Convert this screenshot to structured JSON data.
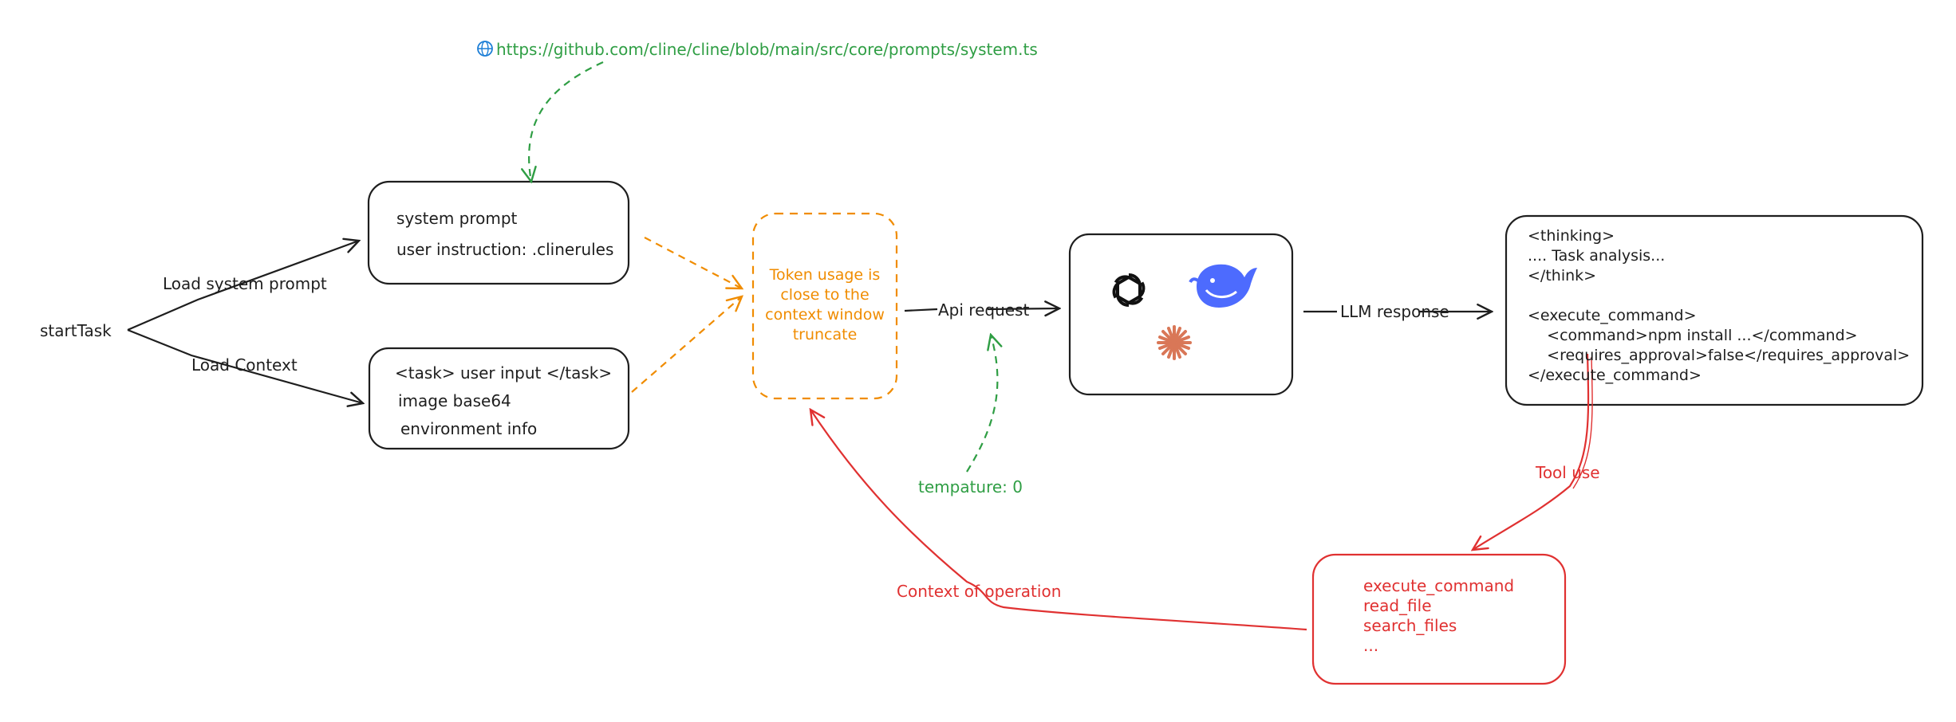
{
  "url_note": {
    "icon": "globe-icon",
    "text": "https://github.com/cline/cline/blob/main/src/core/prompts/system.ts"
  },
  "start_task": "startTask",
  "edge_labels": {
    "load_system_prompt": "Load system prompt",
    "load_context": "Load Context",
    "api_request": "Api request",
    "llm_response": "LLM response",
    "tool_use": "Tool use",
    "context_of_operation": "Context of operation",
    "temperature": "tempature: 0"
  },
  "system_box": {
    "lines": [
      "system prompt",
      "user instruction: .clinerules"
    ]
  },
  "context_box": {
    "lines": [
      "<task> user input </task>",
      "image base64",
      "environment info"
    ]
  },
  "token_box": {
    "lines": [
      "Token usage is",
      "close to the",
      "context window",
      "truncate"
    ]
  },
  "llm_box": {
    "icons": [
      "openai-icon",
      "deepseek-whale-icon",
      "claude-icon"
    ]
  },
  "response_box": {
    "lines": [
      "<thinking>",
      ".... Task analysis...",
      "</think>",
      "",
      "<execute_command>",
      "    <command>npm install ...</command>",
      "    <requires_approval>false</requires_approval>",
      "</execute_command>"
    ]
  },
  "tools_box": {
    "items": [
      "execute_command",
      "read_file",
      "search_files",
      "..."
    ]
  },
  "colors": {
    "ink": "#1e1e1e",
    "green": "#2f9e44",
    "orange": "#f08c00",
    "red": "#e03131",
    "deepseek_blue": "#4d6bfe",
    "claude_orange": "#d97757"
  }
}
